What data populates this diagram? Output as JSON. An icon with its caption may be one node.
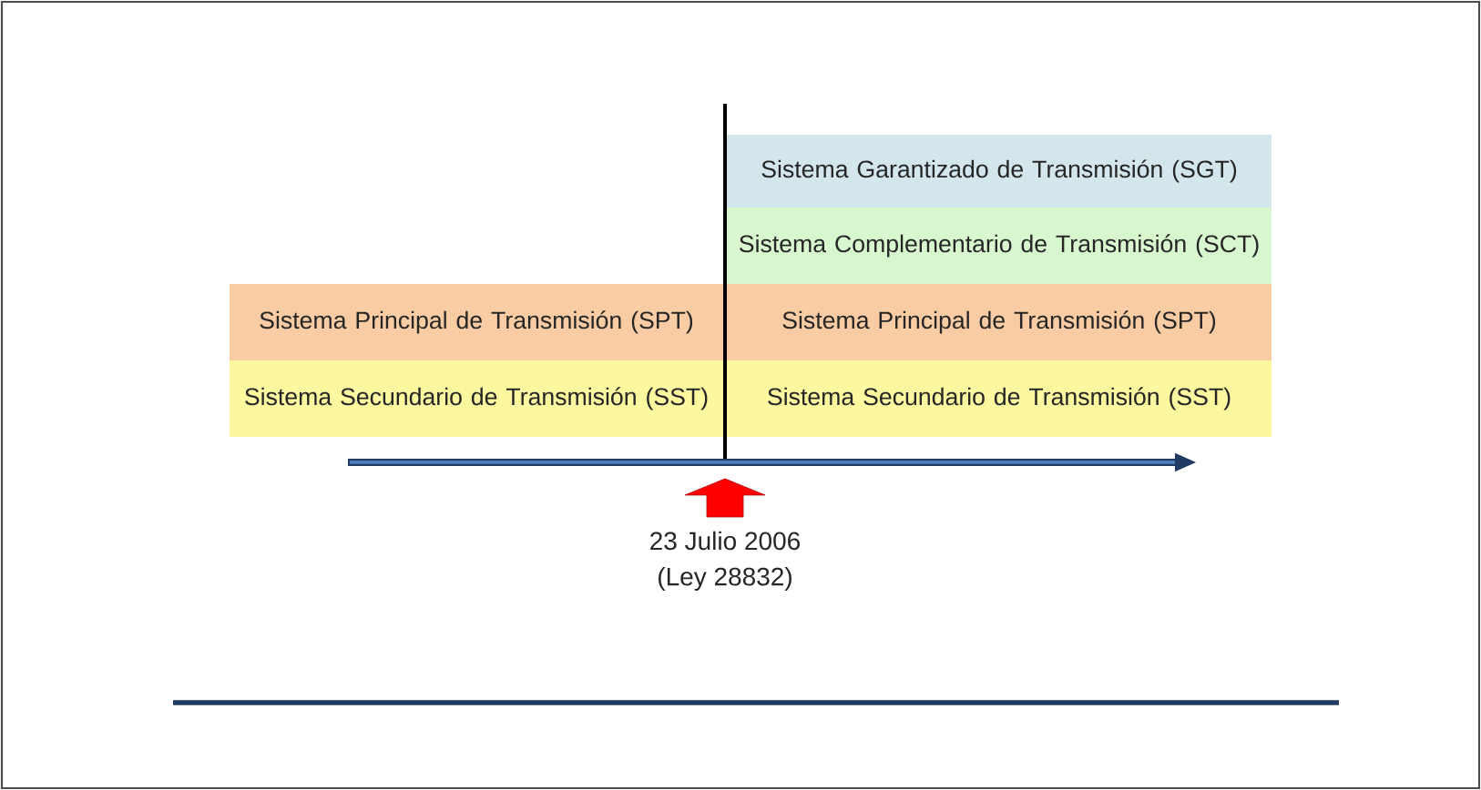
{
  "diagram": {
    "nodes": [
      {
        "text": [
          "Sistema Garantizado de Transmisión (SGT)"
        ]
      },
      {
        "text": [
          "Sistema Complementario de Transmisión (SCT)"
        ]
      },
      {
        "text": [
          "Sistema Principal de Transmisión (SPT)"
        ]
      },
      {
        "text": [
          "Sistema Principal de Transmisión (SPT)"
        ]
      },
      {
        "text": [
          "Sistema Secundario de Transmisión (SST)"
        ]
      },
      {
        "text": [
          "Sistema Secundario de Transmisión (SST)"
        ]
      }
    ],
    "labels": [
      "23 Julio 2006",
      "(Ley 28832)"
    ]
  }
}
